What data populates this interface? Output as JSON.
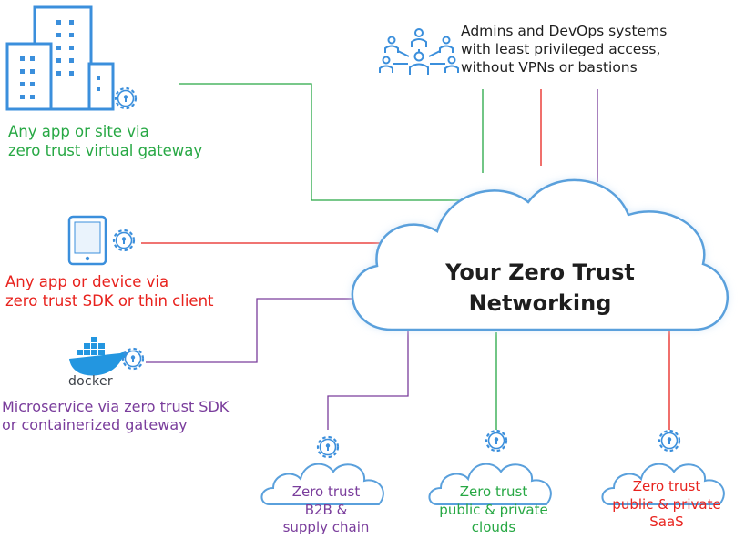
{
  "center": {
    "title_line1": "Your Zero Trust",
    "title_line2": "Networking"
  },
  "left_nodes": [
    {
      "icon": "buildings-icon",
      "line1": "Any app or site via",
      "line2": "zero trust virtual gateway",
      "color": "#27a844"
    },
    {
      "icon": "tablet-icon",
      "line1": "Any app or device via",
      "line2": "zero trust SDK or thin client",
      "color": "#e8221d"
    },
    {
      "icon": "docker-icon",
      "line1": "Microservice via zero trust SDK",
      "line2": "or containerized gateway",
      "color": "#7a3d9c",
      "logo_text": "docker"
    }
  ],
  "top_node": {
    "icon": "people-network-icon",
    "line1": "Admins and DevOps systems",
    "line2": "with least privileged access,",
    "line3": "without VPNs or bastions"
  },
  "bottom_nodes": [
    {
      "line1": "Zero trust",
      "line2": "B2B &",
      "line3": "supply chain",
      "color": "#7a3d9c"
    },
    {
      "line1": "Zero trust",
      "line2": "public & private",
      "line3": "clouds",
      "color": "#27a844"
    },
    {
      "line1": "Zero trust",
      "line2": "public & private",
      "line3": "SaaS",
      "color": "#e8221d"
    }
  ],
  "colors": {
    "cloud_fill": "#ffffff",
    "cloud_stroke": "#5aa0dc",
    "cloud_glow": "#cfe4f7",
    "icon_blue": "#3b8fdc",
    "green": "#27a844",
    "red": "#e8221d",
    "purple": "#7a3d9c"
  }
}
